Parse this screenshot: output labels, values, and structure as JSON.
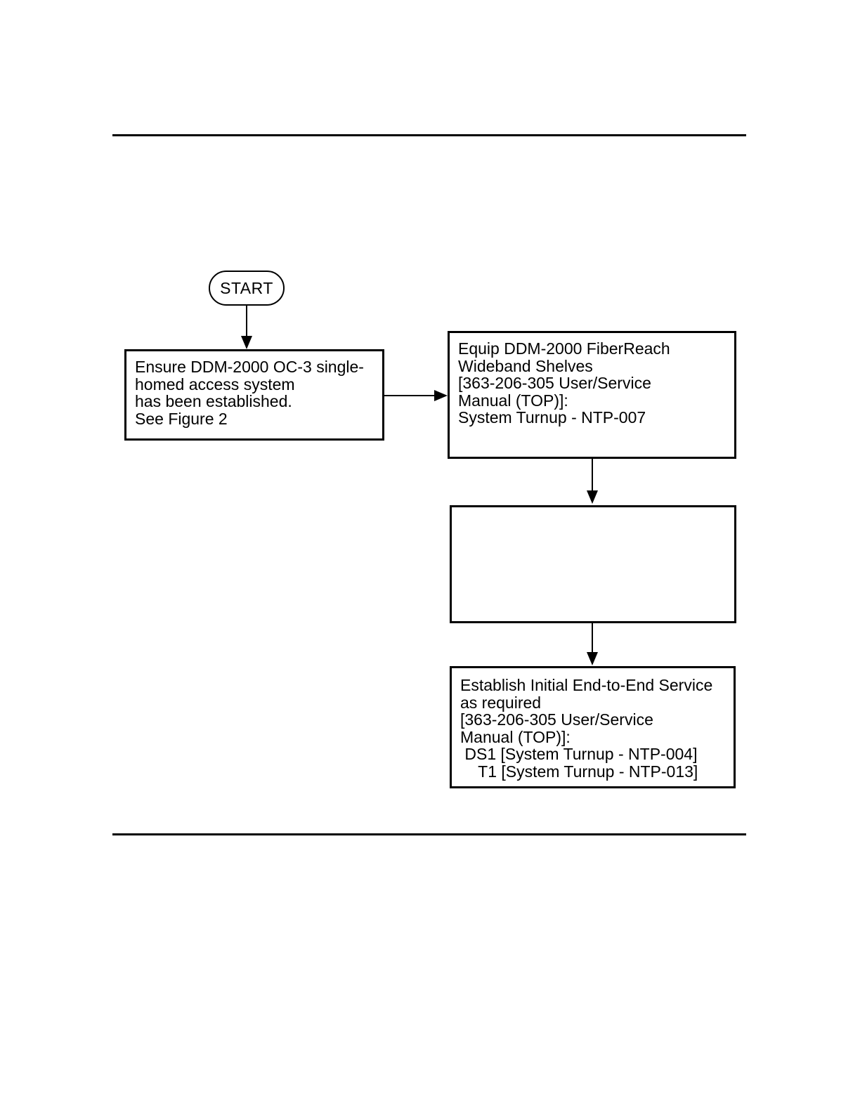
{
  "page": {
    "background": "#ffffff",
    "ink": "#000000"
  },
  "flowchart": {
    "start": {
      "label": "START"
    },
    "nodes": {
      "ensure": {
        "text": "Ensure DDM-2000 OC-3 single-\nhomed access system\nhas been established.\nSee Figure 2"
      },
      "equip": {
        "text": "Equip DDM-2000 FiberReach\nWideband Shelves\n[363-206-305 User/Service\nManual (TOP)]:\nSystem Turnup - NTP-007"
      },
      "placeholder": {
        "text": ""
      },
      "establish": {
        "text": "Establish Initial End-to-End Service\nas required\n[363-206-305 User/Service\nManual (TOP)]:\n DS1 [System Turnup - NTP-004]\n    T1 [System Turnup - NTP-013]"
      }
    }
  }
}
